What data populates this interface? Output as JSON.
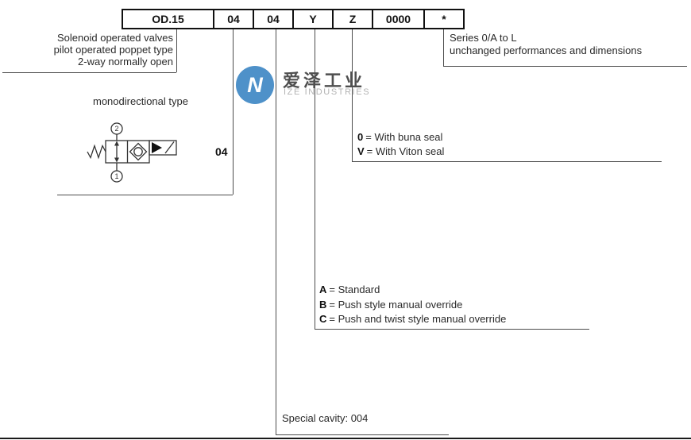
{
  "code_table": {
    "cells": [
      "OD.15",
      "04",
      "04",
      "Y",
      "Z",
      "0000",
      "*"
    ]
  },
  "left_block": {
    "line1": "Solenoid operated valves",
    "line2": "pilot operated poppet type",
    "line3": "2-way normally open"
  },
  "series_block": {
    "line1": "Series 0/A to L",
    "line2": "unchanged performances and dimensions"
  },
  "valve_block": {
    "title": "monodirectional type",
    "code": "04",
    "port_top": "2",
    "port_bottom": "1"
  },
  "seal_block": {
    "options": [
      {
        "key": "0",
        "desc": "= With buna seal"
      },
      {
        "key": "V",
        "desc": "= With Viton seal"
      }
    ]
  },
  "override_block": {
    "options": [
      {
        "key": "A",
        "desc": "= Standard"
      },
      {
        "key": "B",
        "desc": "= Push style manual override"
      },
      {
        "key": "C",
        "desc": "= Push and twist style manual override"
      }
    ]
  },
  "cavity_block": {
    "text": "Special cavity: 004"
  },
  "watermark": {
    "logo_letter": "N",
    "cn": "爱泽工业",
    "en": "IZE INDUSTRIES",
    "colors": {
      "logo_blue": "#4e91c9",
      "cn_gray": "#4f4f4f",
      "en_gray": "#b3b3b3"
    }
  }
}
